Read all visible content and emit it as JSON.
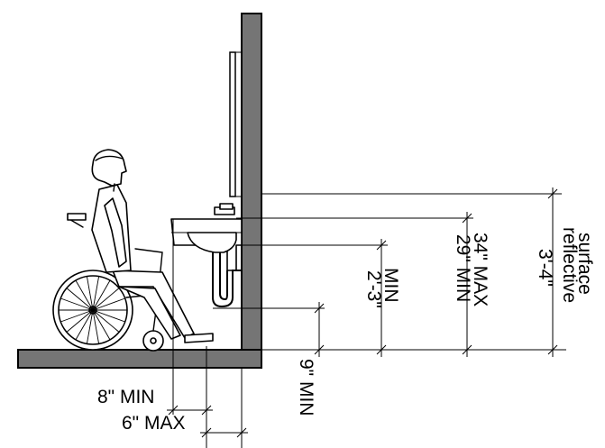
{
  "labels": {
    "knee_8_min": "8\" MIN",
    "toe_6_max": "6\" MAX",
    "toe_9_min": "9\" MIN",
    "knee_2_3_min_value": "2'-3\"",
    "knee_2_3_min_word": "MIN",
    "rim_34_max": "34\" MAX",
    "rim_29_min": "29\" MIN",
    "mirror_3_4": "3'-4\"",
    "mirror_word_1": "reflective",
    "mirror_word_2": "surface"
  },
  "colors": {
    "wall_fill": "#757575",
    "line": "#000000",
    "background": "#ffffff"
  },
  "icons": {
    "person": "wheelchair-user-icon",
    "lavatory": "sink-icon",
    "mirror": "mirror-icon"
  }
}
